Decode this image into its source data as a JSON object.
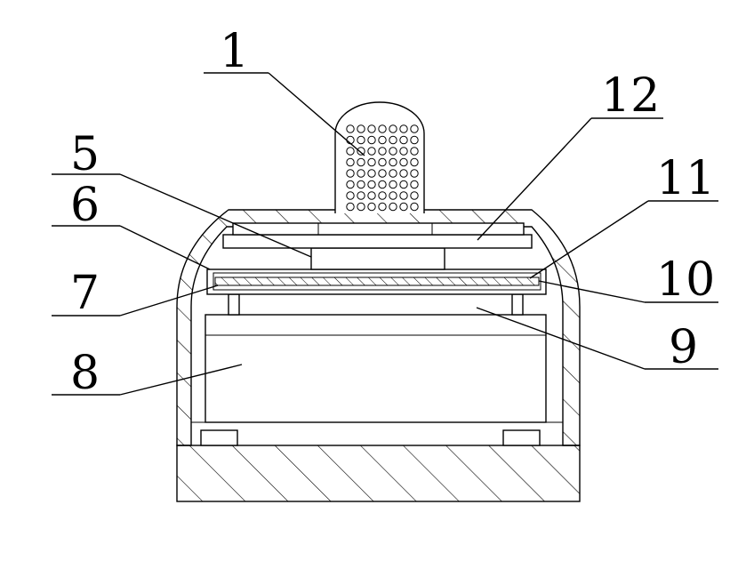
{
  "labels": {
    "l1": "1",
    "l12": "12",
    "l5": "5",
    "l11": "11",
    "l6": "6",
    "l10": "10",
    "l7": "7",
    "l9": "9",
    "l8": "8"
  }
}
